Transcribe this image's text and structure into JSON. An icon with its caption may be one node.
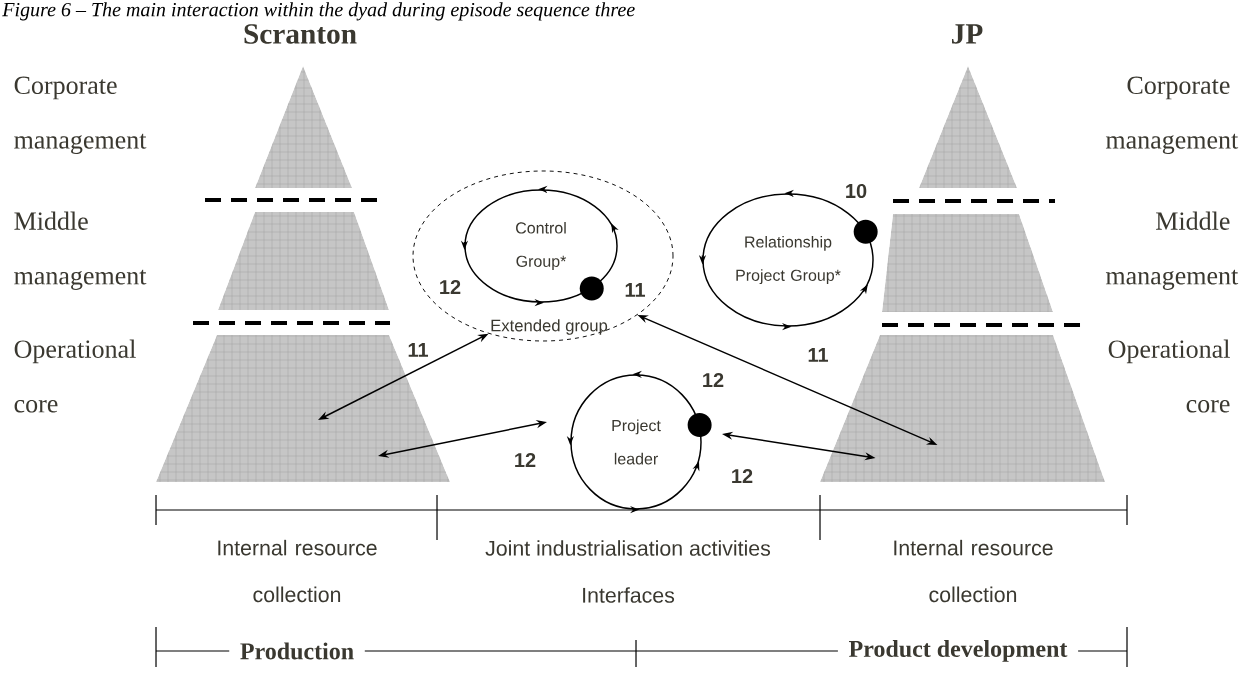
{
  "diagram": {
    "title": "Figure 6 – The main interaction within the dyad during episode sequence three",
    "nodes": [
      {
        "text": [],
        "shape": "triangle"
      },
      {
        "text": [],
        "shape": "trapezoid"
      },
      {
        "text": [],
        "shape": "trapezoid"
      },
      {
        "text": [
          "Extended group"
        ]
      },
      {
        "text": [
          "Control Group*"
        ],
        "in": 3,
        "beside": [
          "12",
          "11"
        ]
      },
      {
        "text": [
          "Relationship Project Group*"
        ],
        "beside": [
          "10"
        ]
      },
      {
        "text": [
          "Project leader"
        ],
        "beside": [
          "12"
        ]
      },
      {
        "text": [],
        "shape": "triangle"
      },
      {
        "text": [],
        "shape": "trapezoid"
      },
      {
        "text": [],
        "shape": "trapezoid"
      }
    ],
    "edges": [
      {
        "from": 2,
        "to": 3,
        "arrow": "both",
        "label": "11"
      },
      {
        "from": 2,
        "to": 6,
        "arrow": "both",
        "label": "12"
      },
      {
        "from": 6,
        "to": 9,
        "arrow": "both",
        "label": "12"
      },
      {
        "from": 3,
        "to": 9,
        "arrow": "both",
        "label": "11"
      }
    ],
    "labels": [
      "Scranton",
      "JP",
      "Corporate management",
      "Corporate management",
      "Middle management",
      "Middle management",
      "Operational core",
      "Operational core",
      "Internal resource collection",
      "Joint industrialisation activities",
      "Internal resource collection",
      "Interfaces",
      "Production",
      "Product development"
    ]
  }
}
